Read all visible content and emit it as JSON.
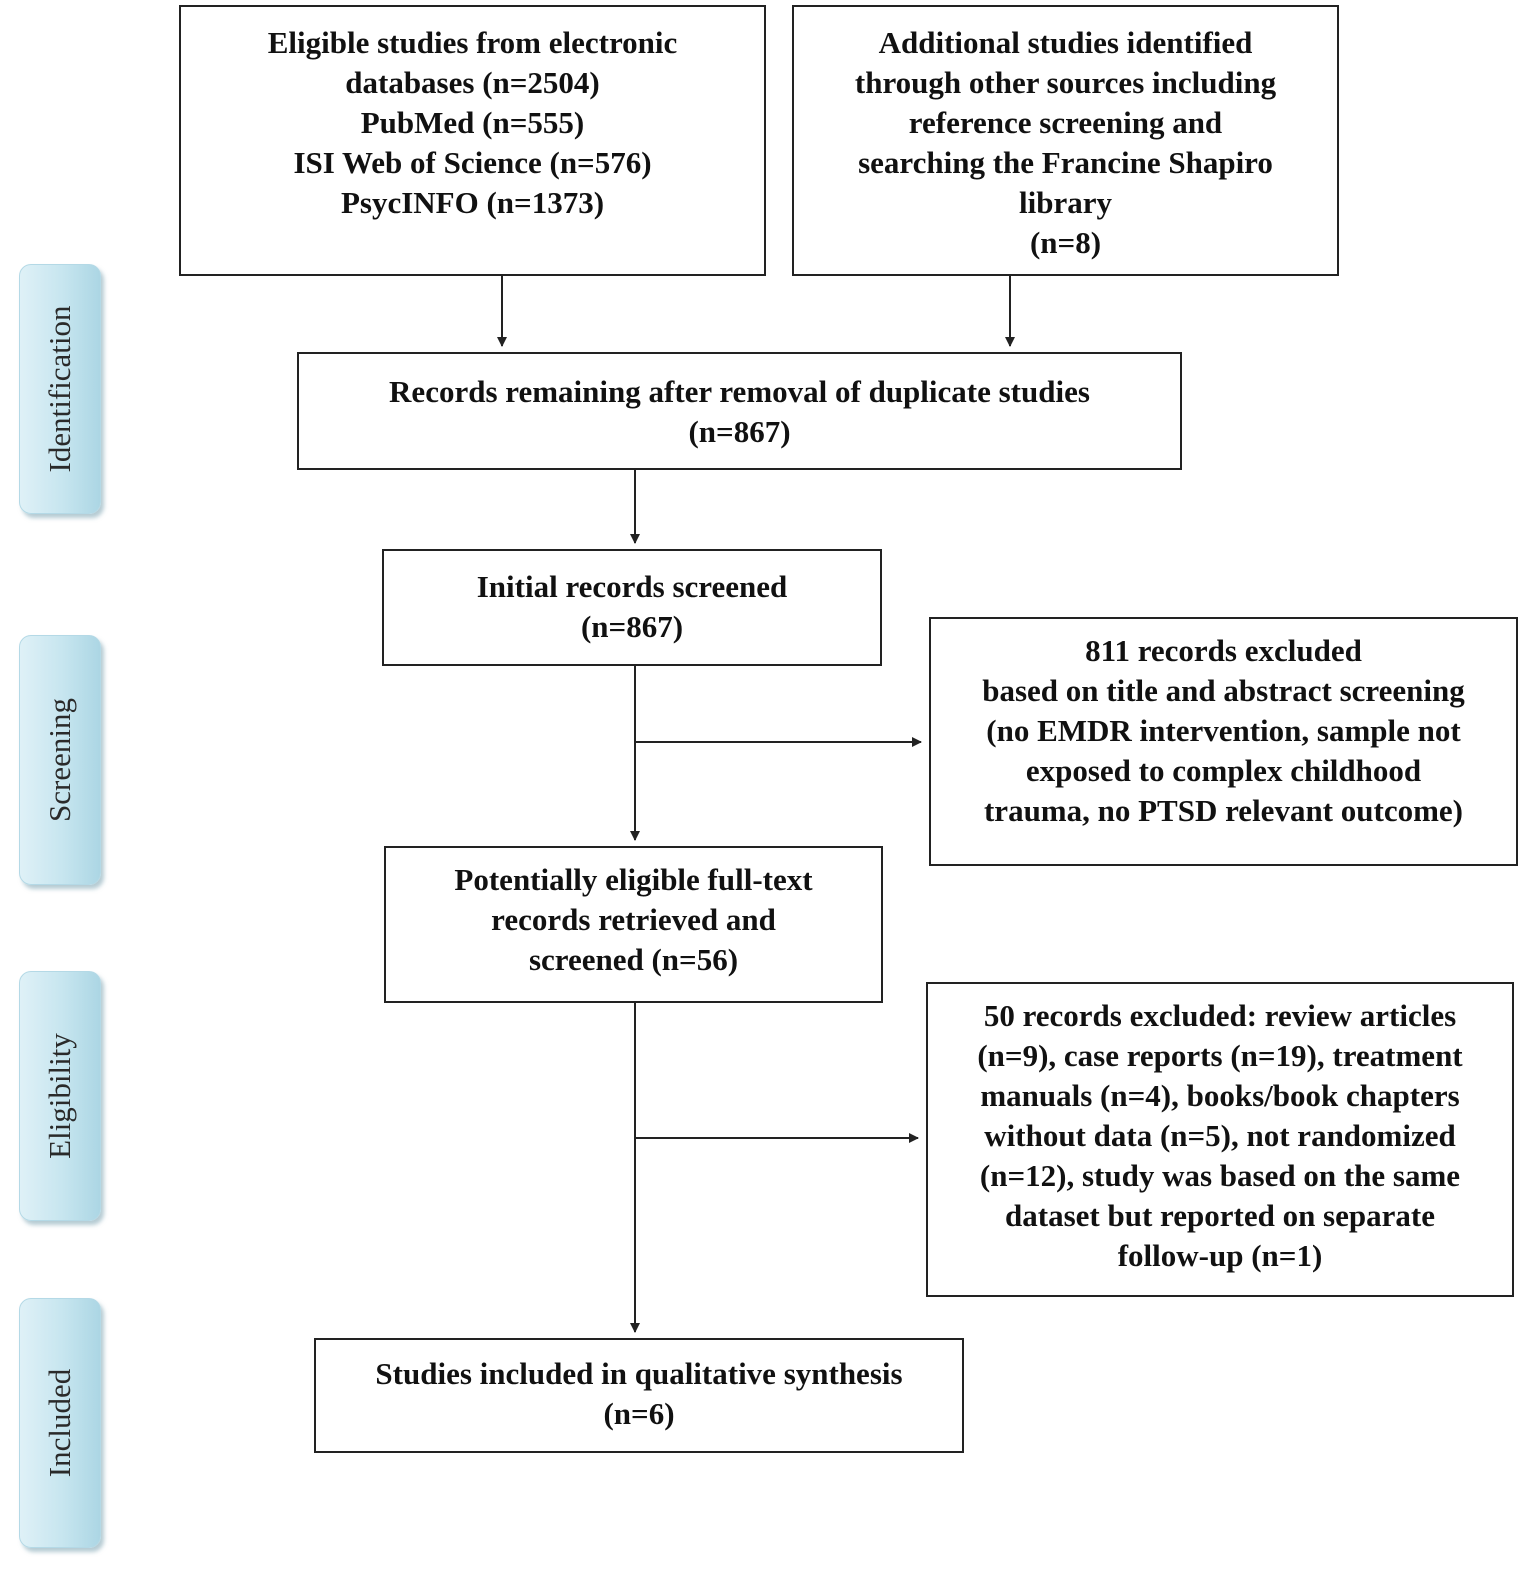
{
  "stages": [
    {
      "id": "identification",
      "label": "Identification"
    },
    {
      "id": "screening",
      "label": "Screening"
    },
    {
      "id": "eligibility",
      "label": "Eligibility"
    },
    {
      "id": "included",
      "label": "Included"
    }
  ],
  "boxes": {
    "electronic_databases": {
      "lines": [
        "Eligible studies from electronic",
        "databases (n=2504)",
        "PubMed (n=555)",
        "ISI Web of Science (n=576)",
        "PsycINFO (n=1373)"
      ]
    },
    "other_sources": {
      "lines": [
        "Additional studies identified",
        "through other sources including",
        "reference screening and",
        "searching the Francine Shapiro",
        "library",
        "(n=8)"
      ]
    },
    "after_duplicates": {
      "lines": [
        "Records remaining after removal of duplicate studies",
        "(n=867)"
      ]
    },
    "initial_screened": {
      "lines": [
        "Initial records screened",
        "(n=867)"
      ]
    },
    "excluded_title_abstract": {
      "lines": [
        "811 records excluded",
        "based on title and abstract screening",
        "(no EMDR intervention, sample not",
        "exposed to complex childhood",
        "trauma, no PTSD relevant outcome)"
      ]
    },
    "full_text": {
      "lines": [
        "Potentially eligible full-text",
        "records retrieved and",
        "screened (n=56)"
      ]
    },
    "excluded_full_text": {
      "lines": [
        "50 records excluded: review articles",
        "(n=9), case reports (n=19), treatment",
        "manuals (n=4), books/book chapters",
        "without data (n=5), not randomized",
        "(n=12), study was based on the same",
        "dataset but reported on separate",
        "follow-up (n=1)"
      ]
    },
    "included": {
      "lines": [
        "Studies included in qualitative synthesis",
        "(n=6)"
      ]
    }
  }
}
